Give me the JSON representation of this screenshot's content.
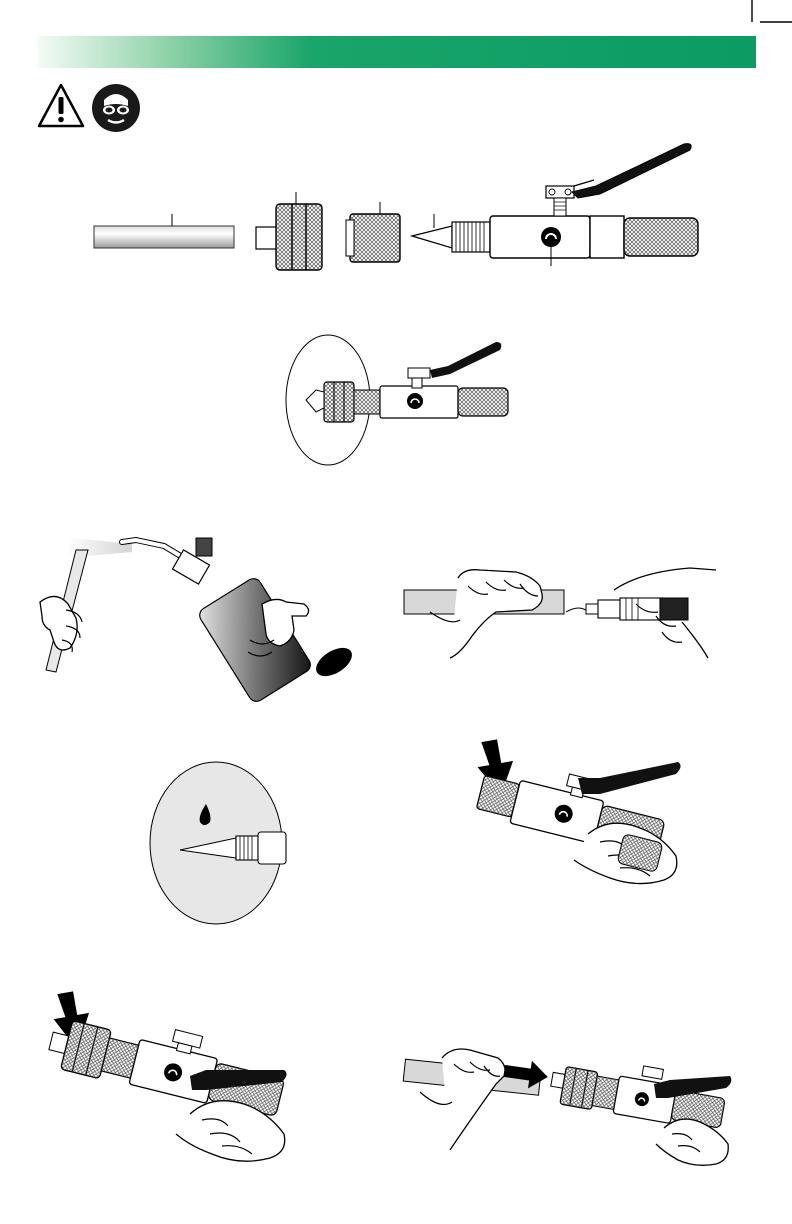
{
  "page": {
    "header_bar_colors": {
      "start": "#f4fbf6",
      "end": "#0a9c63"
    },
    "safety_icons": [
      "warning-triangle-icon",
      "eye-protection-icon"
    ],
    "figures": [
      {
        "id": "fig-parts-layout",
        "description_name": "parts-exploded-view"
      },
      {
        "id": "fig-assembled-tool",
        "description_name": "assembled-tool-detail"
      },
      {
        "id": "fig-heat-tubing",
        "description_name": "heating-tubing-with-torch"
      },
      {
        "id": "fig-hold-tube-tool",
        "description_name": "tube-and-tool-in-hands"
      },
      {
        "id": "fig-oil-tip",
        "description_name": "oil-drop-on-tip-detail"
      },
      {
        "id": "fig-press-adapter",
        "description_name": "press-adapter-on-tool"
      },
      {
        "id": "fig-press-fitting",
        "description_name": "press-fitting-on-tool"
      },
      {
        "id": "fig-insert-tube",
        "description_name": "insert-tube-into-tool"
      }
    ]
  }
}
